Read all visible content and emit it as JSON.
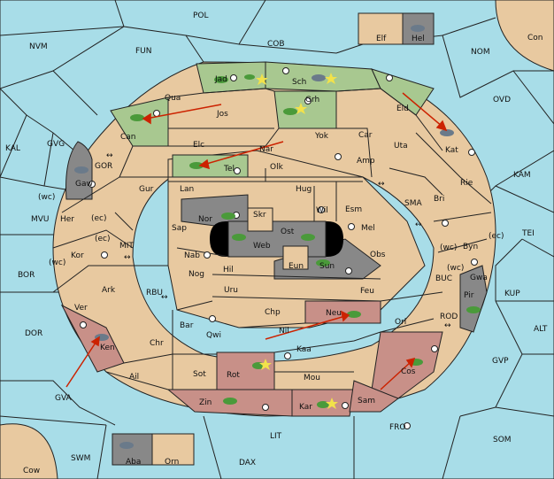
{
  "colors": {
    "sea": "#a8dde8",
    "land": "#e8c9a0",
    "green_supply": "#a8c890",
    "red_supply": "#c89088",
    "gray_impassable": "#888888",
    "black_hole": "#000000",
    "arrow": "#cc2200"
  },
  "sea_labels": {
    "pol": "POL",
    "nvm": "NVM",
    "fun": "FUN",
    "cob": "COB",
    "nom": "NOM",
    "con": "Con",
    "ovd": "OVD",
    "kal": "KAL",
    "gvg": "GVG",
    "kam": "KAM",
    "mvu": "MVU",
    "tei": "TEI",
    "bor": "BOR",
    "kup": "KUP",
    "dor": "DOR",
    "alt": "ALT",
    "gvp": "GVP",
    "gva": "GVA",
    "fro": "FRO",
    "som": "SOM",
    "lit": "LIT",
    "swm": "SWM",
    "dax": "DAX",
    "cow": "Cow",
    "smA": "SMA",
    "mit": "MIT",
    "gor": "GOR",
    "rbu": "RBU",
    "rod": "ROD",
    "buc": "BUC"
  },
  "land_labels": {
    "elf": "Elf",
    "hel": "Hel",
    "jad": "Jad",
    "sch": "Sch",
    "qua": "Qua",
    "jos": "Jos",
    "grh": "Grh",
    "eld": "Eld",
    "can": "Can",
    "elc": "Elc",
    "yok": "Yok",
    "car": "Car",
    "nar": "Nar",
    "kat": "Kat",
    "uta": "Uta",
    "gaw": "Gaw",
    "tel": "Tel",
    "olk": "Olk",
    "amp": "Amp",
    "gur": "Gur",
    "lan": "Lan",
    "hug": "Hug",
    "rie": "Rie",
    "bri": "Bri",
    "esm": "Esm",
    "wil": "Wil",
    "her": "Her",
    "nor": "Nor",
    "skr": "Skr",
    "sap": "Sap",
    "ost": "Ost",
    "mel": "Mel",
    "web": "Web",
    "byn": "Byn",
    "kor": "Kor",
    "nab": "Nab",
    "obs": "Obs",
    "eun": "Eun",
    "sun": "Sun",
    "hil": "Hil",
    "gwa": "Gwa",
    "ark": "Ark",
    "nog": "Nog",
    "uru": "Uru",
    "feu": "Feu",
    "pir": "Pir",
    "ver": "Ver",
    "chp": "Chp",
    "neu": "Neu",
    "bar": "Bar",
    "orl": "Orl",
    "qwi": "Qwi",
    "nil": "Nil",
    "ken": "Ken",
    "chr": "Chr",
    "kaa": "Kaa",
    "sot": "Sot",
    "rot": "Rot",
    "ail": "Ail",
    "mou": "Mou",
    "zin": "Zin",
    "kar": "Kar",
    "sam": "Sam",
    "cos": "Cos",
    "aba": "Aba",
    "orn": "Orn"
  },
  "coast_labels": {
    "wc1": "(wc)",
    "ec1": "(ec)",
    "ec2": "(ec)",
    "wc2": "(wc)",
    "wc3": "(wc)",
    "ec3": "(ec)",
    "wc4": "(wc)"
  },
  "legend": {
    "double_arrow": "↔"
  }
}
